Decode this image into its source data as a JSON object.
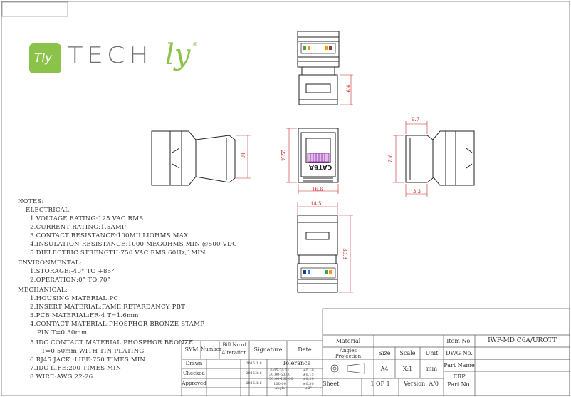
{
  "logo": {
    "badge_text": "Tly",
    "word_main": "TECH",
    "word_script": "ly",
    "registered": "®",
    "brand_color": "#8bc34a"
  },
  "front_view": {
    "jack_label": "CAT6A"
  },
  "dimensions": {
    "top_depth": "9.9",
    "front_height": "22.4",
    "front_width": "16.6",
    "side_left_width": "16",
    "side_right_height": "9.2",
    "side_right_top": "9.7",
    "side_right_bottom": "3.3",
    "bottom_width": "14.5",
    "bottom_length": "30.8"
  },
  "notes": [
    {
      "text": "NOTES:",
      "indent": 0
    },
    {
      "text": "ELECTRICAL:",
      "indent": 1
    },
    {
      "text": "1.VOLTAGE RATING:125 VAC RMS",
      "indent": 2
    },
    {
      "text": "2.CURRENT RATING:1.5AMP",
      "indent": 2
    },
    {
      "text": "3.CONTACT RESISTANCE:100MILLIOHMS MAX",
      "indent": 2
    },
    {
      "text": "4.INSULATION RESISTANCE:1000 MEGOHMS MIN @500 VDC",
      "indent": 2
    },
    {
      "text": "5.DIELECTRIC STRENGTH:750 VAC RMS 60Hz,1MIN",
      "indent": 2
    },
    {
      "text": "ENVIRONMENTAL:",
      "indent": 0
    },
    {
      "text": "1.STORAGE:-40° TO +85°",
      "indent": 2
    },
    {
      "text": "2.OPERATION:0° TO 70°",
      "indent": 2
    },
    {
      "text": "MECHANICAL:",
      "indent": 0
    },
    {
      "text": "1.HOUSING MATERIAL:PC",
      "indent": 2
    },
    {
      "text": "2.INSERT MATERIAL:FAME RETARDANCY PBT",
      "indent": 2
    },
    {
      "text": "3.PCB MATERIAL:FR-4 T=1.6mm",
      "indent": 2
    },
    {
      "text": "4.CONTACT MATERIAL:PHOSPHOR BRONZE STAMP",
      "indent": 2
    },
    {
      "text": "PIN T=0.30mm",
      "indent": 3
    },
    {
      "text": "5.IDC CONTACT MATERIAL:PHOSPHOR BRONZE",
      "indent": 2
    },
    {
      "text": "T=0.50mm WITH TIN PLATING",
      "indent": 3
    },
    {
      "text": "6.RJ45 JACK :LIFE:750 TIMES MIN",
      "indent": 2
    },
    {
      "text": "7.IDC LIFE:200 TIMES MIN",
      "indent": 2
    },
    {
      "text": "8.WIRE:AWG 22-26",
      "indent": 2
    }
  ],
  "title_block": {
    "sym": "SYM",
    "number": "Number",
    "bill_no": "Bill No.of",
    "alteration": "Alteration",
    "signature": "Signature",
    "date": "Date",
    "drawn": "Drawn",
    "checked": "Checked",
    "approved": "Approved",
    "drawn_date": "2015.1.8",
    "checked_date": "2015.1.6",
    "approved_date": "2015.1.6",
    "tolerance": "Tolerance",
    "tol_left": [
      "0.05-30.01",
      "30.00-50.00",
      "50.00-100.00",
      "100.00",
      "Angle"
    ],
    "tol_right": [
      "±0.10",
      "±0.15",
      "±0.20",
      "±0.30",
      "±2°"
    ],
    "material": "Material",
    "angles": "Angles",
    "projection": "Projection",
    "size": "Size",
    "size_val": "A4",
    "scale": "Scale",
    "scale_val": "X:1",
    "unit": "Unit",
    "unit_val": "mm",
    "item_no": "Item No.",
    "item_no_val": "IWP-MD C6A/UROTT",
    "dwg_no": "DWG No.",
    "part_name": "Part Name",
    "erp": "ERP",
    "part_no": "Part No.",
    "sheet": "Sheet",
    "sheet_val": "1 OF 1",
    "version": "Version: A/0"
  }
}
